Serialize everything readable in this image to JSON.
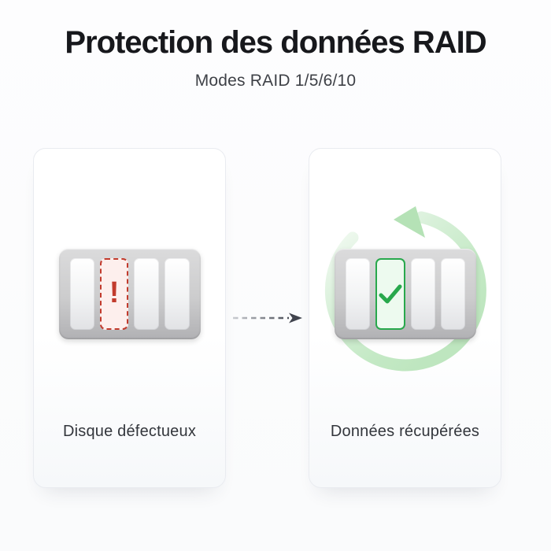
{
  "page": {
    "title": "Protection des données RAID",
    "subtitle": "Modes RAID 1/5/6/10"
  },
  "cards": {
    "faulty": {
      "label": "Disque défectueux",
      "icon": "exclamation-icon",
      "exclamation_char": "!",
      "slot_count": 4,
      "highlighted_slot_index": 2
    },
    "recovered": {
      "label": "Données récupérées",
      "icon": "checkmark-icon",
      "decoration": "refresh-arrow-icon",
      "slot_count": 4,
      "highlighted_slot_index": 2
    }
  },
  "connector": {
    "icon": "dashed-arrow-icon",
    "direction": "left-to-right"
  },
  "colors": {
    "accent_red": "#c23b2d",
    "accent_green": "#28a84c",
    "ring_green": "#c2e8c3",
    "title_text": "#17181c",
    "subtitle_text": "#3e4147",
    "label_text": "#33363c"
  }
}
